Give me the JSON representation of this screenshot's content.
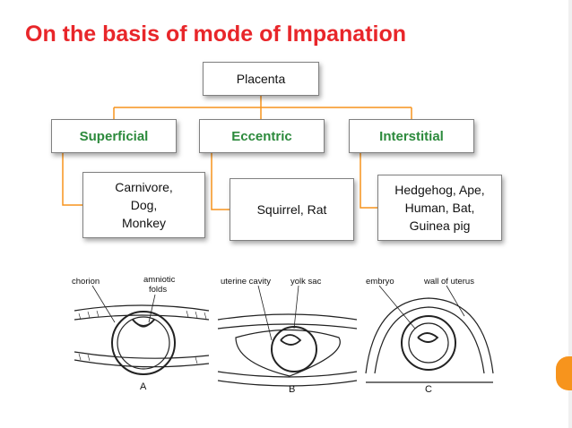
{
  "title": "On the basis of mode of Impanation",
  "root": "Placenta",
  "categories": [
    {
      "label": "Superficial",
      "examples": [
        "Carnivore,",
        "Dog,",
        "Monkey"
      ]
    },
    {
      "label": "Eccentric",
      "examples": [
        "Squirrel, Rat"
      ]
    },
    {
      "label": "Interstitial",
      "examples": [
        "Hedgehog, Ape,",
        "Human, Bat,",
        "Guinea pig"
      ]
    }
  ],
  "figure": {
    "labels": [
      "chorion",
      "amniotic",
      "folds",
      "uterine cavity",
      "yolk sac",
      "embryo",
      "wall of uterus"
    ],
    "panels": [
      "A",
      "B",
      "C"
    ]
  },
  "colors": {
    "title": "#e8262a",
    "category": "#2c8a3c",
    "connector": "#f7941d",
    "accent_tab": "#f7941d"
  }
}
